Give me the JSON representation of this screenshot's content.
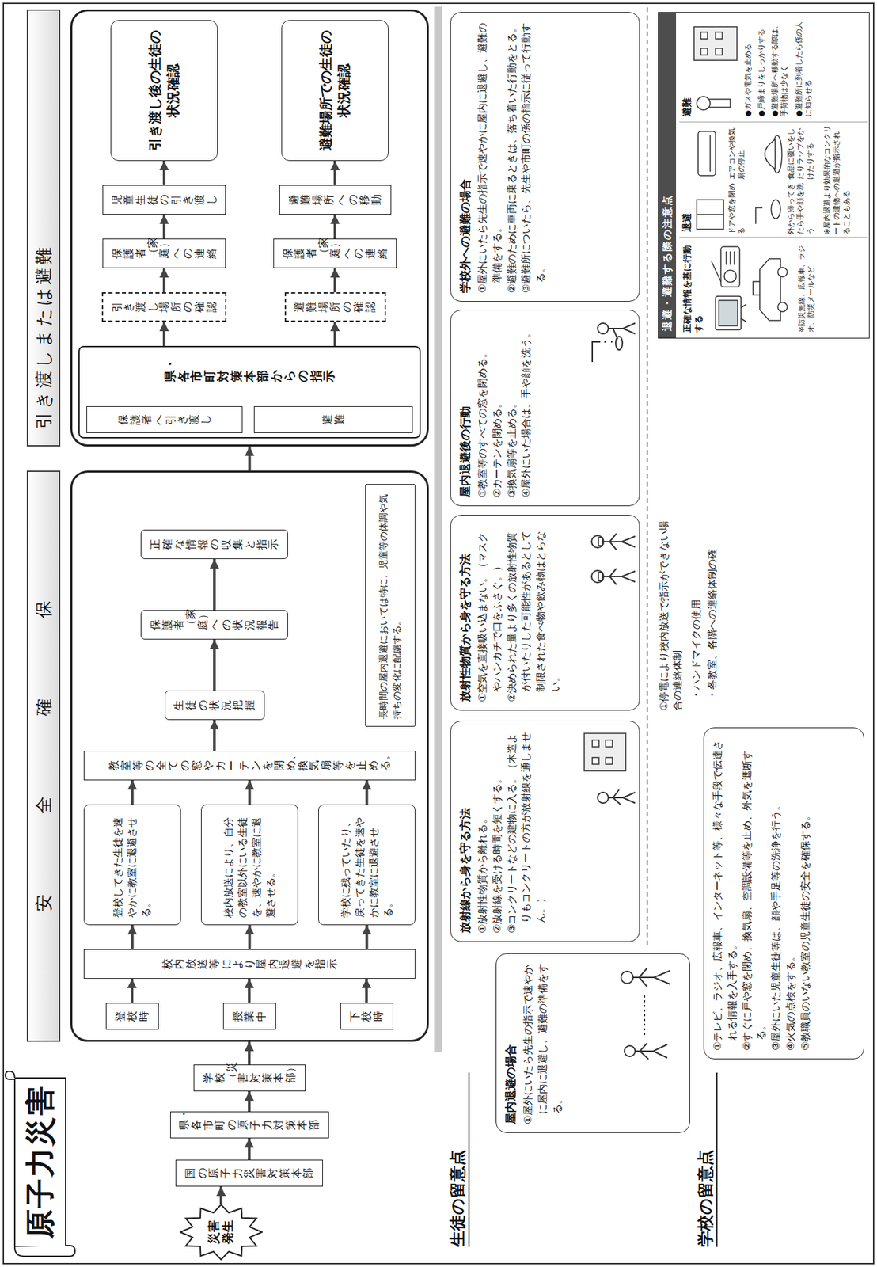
{
  "diagram": {
    "title": "原子力災害",
    "nodes": [
      {
        "text": [
          "災害発生"
        ]
      },
      {
        "text": [
          "国の原子力災害対策本部"
        ]
      },
      {
        "text": [
          "県・各市町の原子力対策本部"
        ]
      },
      {
        "text": [
          "学校（災害対策本部）"
        ]
      },
      {
        "text": [
          "安全確保"
        ]
      },
      {
        "text": [
          "登校時"
        ],
        "in": 4
      },
      {
        "text": [
          "授業中"
        ],
        "in": 4
      },
      {
        "text": [
          "下校時"
        ],
        "in": 4
      },
      {
        "text": [
          "校内放送等により屋内退避を指示"
        ],
        "in": 4
      },
      {
        "text": [
          "登校してきた生徒を速やかに教室に退避させる。"
        ],
        "in": 4
      },
      {
        "text": [
          "校内放送により、自分の教室以外にいる生徒を、速やかに教室に退避させる。"
        ],
        "in": 4
      },
      {
        "text": [
          "学校に残っていたり、戻ってきた生徒を速やかに教室に退避させる。"
        ],
        "in": 4
      },
      {
        "text": [
          "教室等の全ての窓やカーテンを閉め、換気扇等を止める。"
        ],
        "in": 4
      },
      {
        "text": [
          "生徒の状況把握"
        ],
        "in": 4
      },
      {
        "text": [
          "保護者（家庭）への状況報告"
        ],
        "in": 4
      },
      {
        "text": [
          "正確な情報の収集と指示"
        ],
        "in": 4
      },
      {
        "text": [
          "長時間の屋内退避においては特に、児童等の体調や気持ちの変化に配慮する。"
        ],
        "in": 4
      },
      {
        "text": [
          "引き渡しまたは避難"
        ]
      },
      {
        "text": [
          "県・各市町対策本部からの指示"
        ],
        "in": 17
      },
      {
        "text": [
          "保護者へ引き渡し"
        ],
        "in": 18
      },
      {
        "text": [
          "避難"
        ],
        "in": 18
      },
      {
        "text": [
          "引き渡し場所の確認"
        ],
        "in": 17
      },
      {
        "text": [
          "保護者（家庭）への連絡"
        ],
        "in": 17
      },
      {
        "text": [
          "児童生徒の引き渡し"
        ],
        "in": 17
      },
      {
        "text": [
          "引き渡し後の生徒の状況確認"
        ],
        "in": 17
      },
      {
        "text": [
          "避難場所の確認"
        ],
        "in": 17
      },
      {
        "text": [
          "保護者（家庭）への連絡"
        ],
        "in": 17
      },
      {
        "text": [
          "避難場所への移動"
        ],
        "in": 17
      },
      {
        "text": [
          "避難場所での生徒の状況確認"
        ],
        "in": 17
      },
      {
        "text": [
          "屋内退避の場合",
          "①屋外にいたら先生の指示で速やかに屋内に退避し、避難の準備をする。"
        ]
      },
      {
        "text": [
          "放射線から身を守る方法",
          "①放射性物質から離れる。",
          "②放射線を受ける時間を短くする。",
          "③コンクリートなどの建物に入る。（木造よりもコンクリートの方が放射線を通しません。）"
        ]
      },
      {
        "text": [
          "放射性物質から身を守る方法",
          "①空気を直接吸い込まない。（マスクやハンカチで口をふさぐ。）",
          "②決められた量より多くの放射性物質が付いたりした可能性があるとして制限された食べ物や飲み物はとらない。"
        ]
      },
      {
        "text": [
          "屋内退避後の行動",
          "①教室等のすべての窓を閉める。",
          "②カーテンを閉める。",
          "③換気扇等を止める。",
          "④屋外にいた場合は、手や顔を洗う。"
        ]
      },
      {
        "text": [
          "学校外への避難の場合",
          "①屋外にいたら先生の指示で速やかに屋内に退避し、避難の準備をする。",
          "②避難のために車両に乗るときは、落ち着いた行動をとる。",
          "③避難所についたら、先生や市町の係の指示に従って行動する。"
        ]
      },
      {
        "text": [
          "①テレビ、ラジオ、広報車、インターネット等、様々な手段で伝達される情報を入手する。",
          "②すぐに戸や窓を閉め、換気扇、空調設備等を止め、外気を遮断する。",
          "③屋外にいた児童生徒等は、顔や手足等の洗浄を行う。",
          "④火気の点検をする。",
          "⑤教職員のいない教室の児童生徒の安全を確保する。"
        ]
      },
      {
        "text": [
          "退避・避難する際の注意点"
        ]
      }
    ],
    "edges": [
      {
        "from": 0,
        "to": 1,
        "arrow": "to"
      },
      {
        "from": 1,
        "to": 2,
        "arrow": "to"
      },
      {
        "from": 2,
        "to": 3,
        "arrow": "to"
      },
      {
        "from": 3,
        "to": 4,
        "arrow": "to"
      },
      {
        "from": 5,
        "to": 8,
        "arrow": "to"
      },
      {
        "from": 6,
        "to": 8,
        "arrow": "to"
      },
      {
        "from": 7,
        "to": 8,
        "arrow": "to"
      },
      {
        "from": 8,
        "to": 9,
        "arrow": "to"
      },
      {
        "from": 8,
        "to": 10,
        "arrow": "to"
      },
      {
        "from": 8,
        "to": 11,
        "arrow": "to"
      },
      {
        "from": 9,
        "to": 12,
        "arrow": "to"
      },
      {
        "from": 10,
        "to": 12,
        "arrow": "to"
      },
      {
        "from": 11,
        "to": 12,
        "arrow": "to"
      },
      {
        "from": 12,
        "to": 13,
        "arrow": "to"
      },
      {
        "from": 13,
        "to": 14,
        "arrow": "to"
      },
      {
        "from": 14,
        "to": 15,
        "arrow": "to"
      },
      {
        "from": 4,
        "to": 17,
        "arrow": "to"
      },
      {
        "from": 18,
        "to": 21,
        "arrow": "to"
      },
      {
        "from": 18,
        "to": 25,
        "arrow": "to"
      },
      {
        "from": 21,
        "to": 22,
        "arrow": "to"
      },
      {
        "from": 22,
        "to": 23,
        "arrow": "to"
      },
      {
        "from": 23,
        "to": 24,
        "arrow": "to"
      },
      {
        "from": 25,
        "to": 26,
        "arrow": "to"
      },
      {
        "from": 26,
        "to": 27,
        "arrow": "to"
      },
      {
        "from": 27,
        "to": 28,
        "arrow": "to"
      }
    ],
    "labels": [
      "生徒の留意点",
      "学校の留意点",
      "①停電により校内放送で指示ができない場合の連絡体制",
      "・ハンドマイクの使用",
      "・各教室、各階への連絡体制の確",
      "正確な情報を基に行動する",
      "※防災無線、広報車、ラジオ、防災メールなど",
      "退避",
      "ドアや窓を閉める",
      "エアコンや換気扇の停止",
      "外から帰ってきたら手や顔を洗う",
      "食品に覆いをしたりラップをかけたりする",
      "※屋内退避より効果的なコンクリートの建物への退避が指示されることもある",
      "避難",
      "●ガスや電気を止める",
      "●戸締まりをしっかりする",
      "●避難場所へ移動する際は、手荷物は少なく",
      "●避難所に到着したら係の人に知らせる"
    ]
  }
}
